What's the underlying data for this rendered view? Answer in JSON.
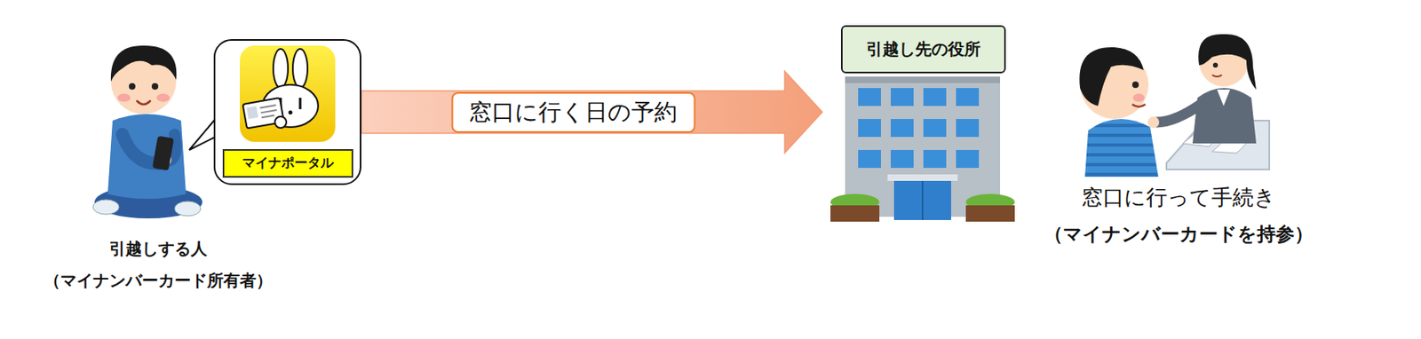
{
  "diagram": {
    "nodes": [
      {
        "text": [
          "引越しする人",
          "（マイナンバーカード所有者）"
        ]
      },
      {
        "text": [
          "マイナポータル"
        ]
      },
      {
        "text": [
          "引越し先の役所"
        ]
      },
      {
        "text": [
          "窓口に行って手続き",
          "（マイナンバーカードを持参）"
        ]
      }
    ],
    "edges": [
      {
        "from": 1,
        "to": 2,
        "arrow": "to",
        "label": "窓口に行く日の予約"
      }
    ]
  }
}
